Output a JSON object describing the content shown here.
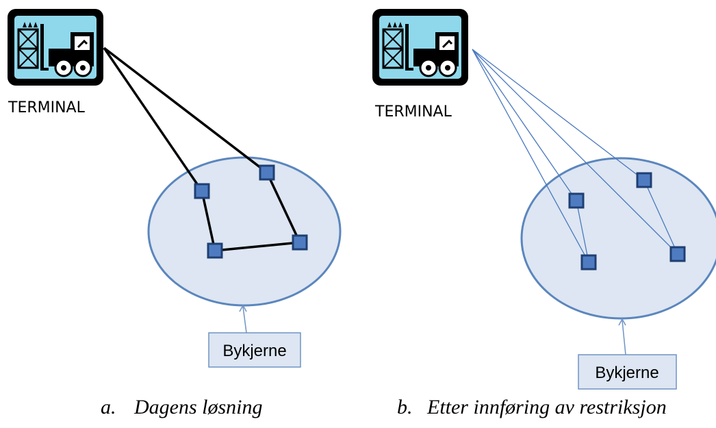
{
  "panel_a": {
    "terminal_label": "TERMINAL",
    "callout_label": "Bykjerne",
    "caption_letter": "a.",
    "caption_text": "Dagens løsning"
  },
  "panel_b": {
    "terminal_label": "TERMINAL",
    "callout_label": "Bykjerne",
    "caption_letter": "b.",
    "caption_text": "Etter innføring av restriksjon"
  },
  "colors": {
    "zone_fill": "#dde6f2",
    "zone_stroke": "#5b86bd",
    "stop_fill": "#4f7cc1",
    "stop_stroke": "#1f3f73",
    "route_a": "#000000",
    "route_b": "#4a78bf",
    "icon_bg": "#8fd8ec",
    "callout_fill": "#dde6f2",
    "callout_stroke": "#6f93c4"
  },
  "icons": [
    "terminal-forklift-icon",
    "delivery-stop-icon"
  ]
}
